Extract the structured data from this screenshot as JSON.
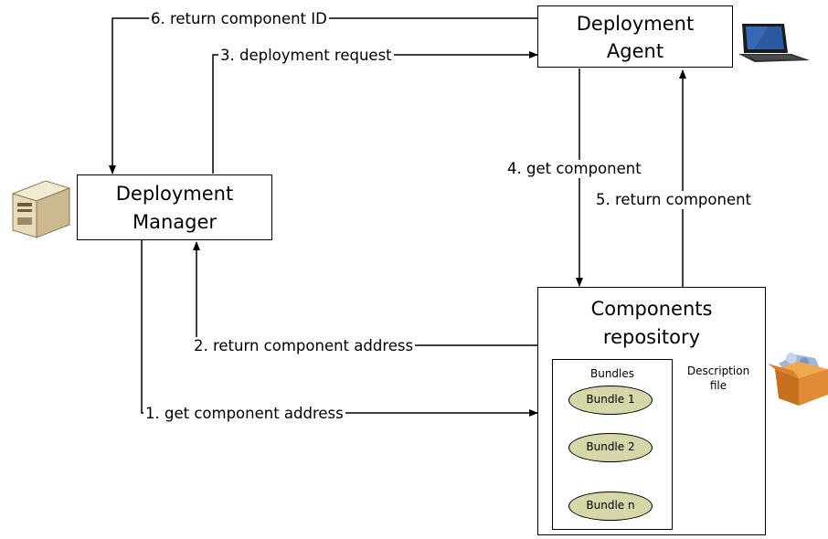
{
  "boxes": {
    "agent": {
      "line1": "Deployment",
      "line2": "Agent"
    },
    "manager": {
      "line1": "Deployment",
      "line2": "Manager"
    },
    "repository": {
      "line1": "Components",
      "line2": "repository"
    }
  },
  "bundles": {
    "title": "Bundles",
    "items": [
      "Bundle 1",
      "Bundle 2",
      "Bundle n"
    ]
  },
  "description_file": {
    "line1": "Description",
    "line2": "file"
  },
  "arrows": {
    "step1": "1. get component address",
    "step2": "2. return component address",
    "step3": "3. deployment request",
    "step4": "4. get component",
    "step5": "5. return component",
    "step6": "6. return component ID"
  },
  "icons": {
    "agent": "laptop-icon",
    "manager": "server-icon",
    "repository": "package-box-icon",
    "description": "document-icon"
  },
  "colors": {
    "bundle_fill": "#d6d7a9",
    "line": "#000000",
    "box_icon": "#c8772a"
  }
}
